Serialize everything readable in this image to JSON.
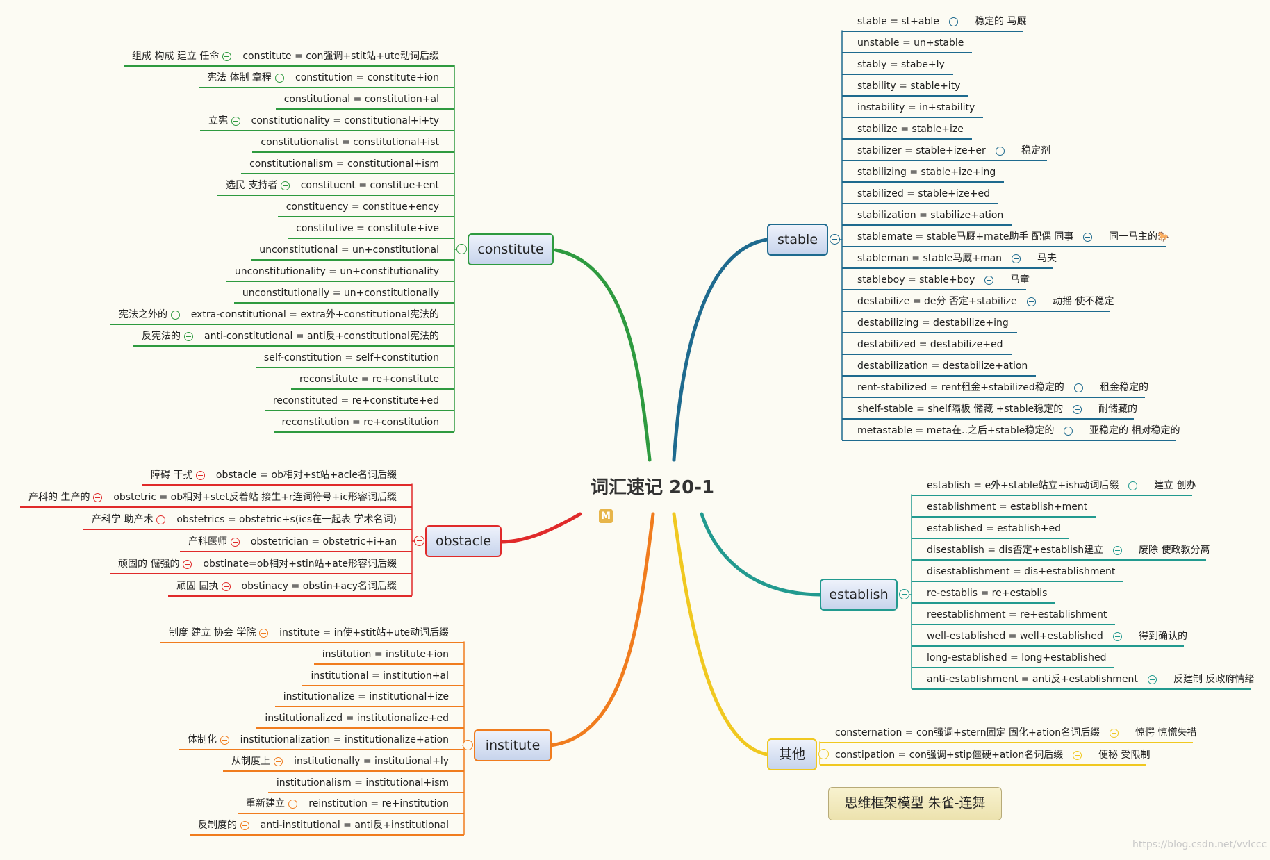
{
  "title": "词汇速记 20-1",
  "badge": "M",
  "footer": "思维框架模型 朱雀-连舞",
  "watermark": "https://blog.csdn.net/vvlccc",
  "colors": {
    "constitute": "#2e9a3f",
    "stable": "#1e6a8e",
    "obstacle": "#e02a2a",
    "institute": "#f07c1e",
    "establish": "#229a8f",
    "other": "#f0c820"
  },
  "branches": {
    "constitute": {
      "label": "constitute",
      "items": [
        {
          "text": "constitute = con强调+stit站+ute动词后缀",
          "note": "组成 构成 建立 任命"
        },
        {
          "text": "constitution = constitute+ion",
          "note": "宪法 体制 章程"
        },
        {
          "text": "constitutional = constitution+al",
          "note": ""
        },
        {
          "text": "constitutionality = constitutional+i+ty",
          "note": "立宪"
        },
        {
          "text": "constitutionalist = constitutional+ist",
          "note": ""
        },
        {
          "text": "constitutionalism = constitutional+ism",
          "note": ""
        },
        {
          "text": "constituent = constitue+ent",
          "note": "选民 支持者"
        },
        {
          "text": "constituency = constitue+ency",
          "note": ""
        },
        {
          "text": "constitutive = constitute+ive",
          "note": ""
        },
        {
          "text": "unconstitutional = un+constitutional",
          "note": ""
        },
        {
          "text": "unconstitutionality = un+constitutionality",
          "note": ""
        },
        {
          "text": "unconstitutionally = un+constitutionally",
          "note": ""
        },
        {
          "text": "extra-constitutional = extra外+constitutional宪法的",
          "note": "宪法之外的"
        },
        {
          "text": "anti-constitutional = anti反+constitutional宪法的",
          "note": "反宪法的"
        },
        {
          "text": "self-constitution = self+constitution",
          "note": ""
        },
        {
          "text": "reconstitute = re+constitute",
          "note": ""
        },
        {
          "text": "reconstituted = re+constitute+ed",
          "note": ""
        },
        {
          "text": "reconstitution = re+constitution",
          "note": ""
        }
      ]
    },
    "stable": {
      "label": "stable",
      "items": [
        {
          "text": "stable = st+able",
          "note": "稳定的 马厩"
        },
        {
          "text": "unstable = un+stable",
          "note": ""
        },
        {
          "text": "stably  = stabe+ly",
          "note": ""
        },
        {
          "text": "stability = stable+ity",
          "note": ""
        },
        {
          "text": "instability = in+stability",
          "note": ""
        },
        {
          "text": "stabilize = stable+ize",
          "note": ""
        },
        {
          "text": "stabilizer = stable+ize+er",
          "note": "稳定剂"
        },
        {
          "text": "stabilizing = stable+ize+ing",
          "note": ""
        },
        {
          "text": "stabilized = stable+ize+ed",
          "note": ""
        },
        {
          "text": "stabilization = stabilize+ation",
          "note": ""
        },
        {
          "text": "stablemate = stable马厩+mate助手 配偶 同事",
          "note": "同一马主的🐎"
        },
        {
          "text": "stableman = stable马厩+man",
          "note": "马夫"
        },
        {
          "text": "stableboy = stable+boy",
          "note": "马童"
        },
        {
          "text": "destabilize = de分 否定+stabilize",
          "note": "动摇 使不稳定"
        },
        {
          "text": "destabilizing = destabilize+ing",
          "note": ""
        },
        {
          "text": "destabilized = destabilize+ed",
          "note": ""
        },
        {
          "text": "destabilization = destabilize+ation",
          "note": ""
        },
        {
          "text": "rent-stabilized = rent租金+stabilized稳定的",
          "note": "租金稳定的"
        },
        {
          "text": "shelf-stable = shelf隔板 储藏 +stable稳定的",
          "note": "耐储藏的"
        },
        {
          "text": "metastable = meta在..之后+stable稳定的",
          "note": "亚稳定的 相对稳定的"
        }
      ]
    },
    "obstacle": {
      "label": "obstacle",
      "items": [
        {
          "text": "obstacle = ob相对+st站+acle名词后缀",
          "note": "障碍 干扰"
        },
        {
          "text": "obstetric = ob相对+stet反着站 接生+r连词符号+ic形容词后缀",
          "note": "产科的 生产的"
        },
        {
          "text": "obstetrics = obstetric+s(ics在一起表 学术名词)",
          "note": "产科学 助产术"
        },
        {
          "text": "obstetrician = obstetric+i+an",
          "note": "产科医师"
        },
        {
          "text": "obstinate=ob相对+stin站+ate形容词后缀",
          "note": "顽固的 倔强的"
        },
        {
          "text": "obstinacy = obstin+acy名词后缀",
          "note": "顽固 固执"
        }
      ]
    },
    "institute": {
      "label": "institute",
      "items": [
        {
          "text": "institute = in使+stit站+ute动词后缀",
          "note": "制度 建立 协会 学院"
        },
        {
          "text": "institution = institute+ion",
          "note": ""
        },
        {
          "text": "institutional = institution+al",
          "note": ""
        },
        {
          "text": "institutionalize = institutional+ize",
          "note": ""
        },
        {
          "text": "institutionalized = institutionalize+ed",
          "note": ""
        },
        {
          "text": "institutionalization = institutionalize+ation",
          "note": "体制化"
        },
        {
          "text": "institutionally = institutional+ly",
          "note": "从制度上"
        },
        {
          "text": "institutionalism = institutional+ism",
          "note": ""
        },
        {
          "text": "reinstitution = re+institution",
          "note": "重新建立"
        },
        {
          "text": "anti-institutional = anti反+institutional",
          "note": "反制度的"
        }
      ]
    },
    "establish": {
      "label": "establish",
      "items": [
        {
          "text": "establish = e外+stable站立+ish动词后缀",
          "note": "建立 创办"
        },
        {
          "text": "establishment = establish+ment",
          "note": ""
        },
        {
          "text": "established = establish+ed",
          "note": ""
        },
        {
          "text": "disestablish = dis否定+establish建立",
          "note": "废除 使政教分离"
        },
        {
          "text": "disestablishment = dis+establishment",
          "note": ""
        },
        {
          "text": "re-establis = re+establis",
          "note": ""
        },
        {
          "text": "reestablishment = re+establishment",
          "note": ""
        },
        {
          "text": "well-established = well+established",
          "note": "得到确认的"
        },
        {
          "text": "long-established  = long+established",
          "note": ""
        },
        {
          "text": "anti-establishment = anti反+establishment",
          "note": "反建制 反政府情绪"
        }
      ]
    },
    "other": {
      "label": "其他",
      "items": [
        {
          "text": "consternation = con强调+stern固定 固化+ation名词后缀",
          "note": "惊愕 惊慌失措"
        },
        {
          "text": "constipation = con强调+stip僵硬+ation名词后缀",
          "note": "便秘 受限制"
        }
      ]
    }
  }
}
